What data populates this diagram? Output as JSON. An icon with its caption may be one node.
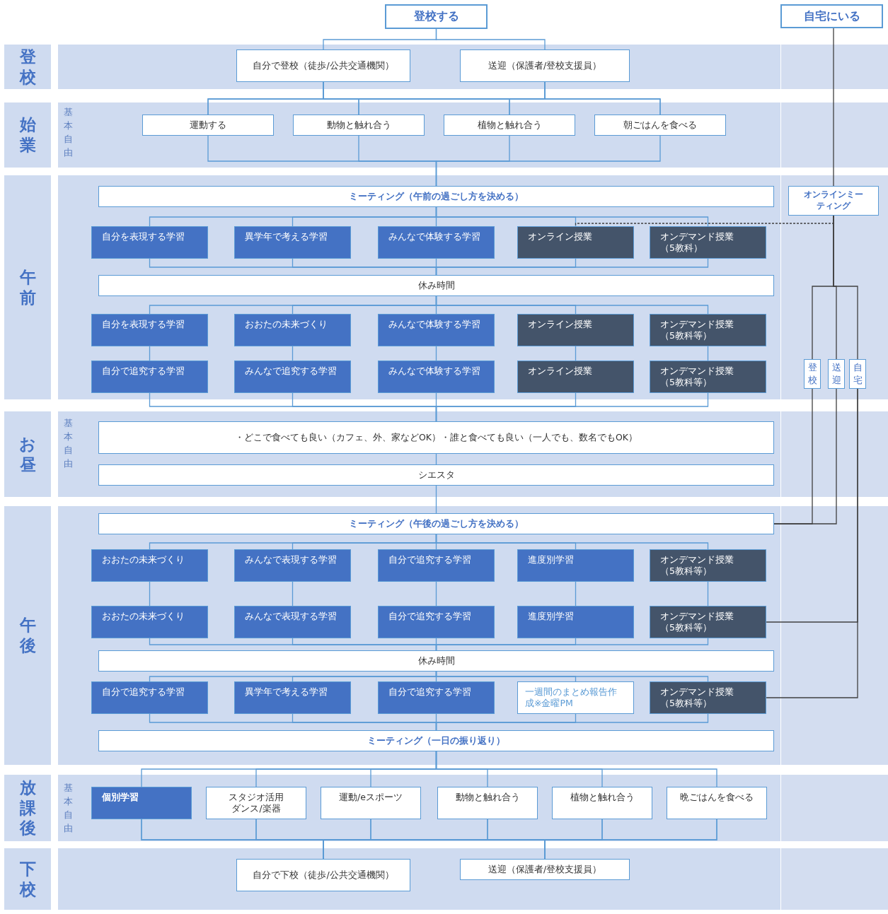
{
  "diagram": {
    "nodes": [
      {
        "text": [
          "登校する"
        ]
      },
      {
        "text": [
          "自宅にいる"
        ]
      },
      {
        "text": [
          "登校"
        ]
      },
      {
        "text": [
          "始業"
        ]
      },
      {
        "text": [
          "午前"
        ]
      },
      {
        "text": [
          "お昼"
        ]
      },
      {
        "text": [
          "午後"
        ]
      },
      {
        "text": [
          "放課後"
        ]
      },
      {
        "text": [
          "下校"
        ]
      },
      {
        "text": [
          "自分で登校（徒歩/公共交通機関）"
        ]
      },
      {
        "text": [
          "送迎（保護者/登校支援員）"
        ]
      },
      {
        "text": [
          "運動する"
        ]
      },
      {
        "text": [
          "動物と触れ合う"
        ]
      },
      {
        "text": [
          "植物と触れ合う"
        ]
      },
      {
        "text": [
          "朝ごはんを食べる"
        ]
      },
      {
        "text": [
          "ミーティング（午前の過ごし方を決める）"
        ]
      },
      {
        "text": [
          "オンラインミーティング"
        ]
      },
      {
        "text": [
          "自分を表現する学習"
        ]
      },
      {
        "text": [
          "異学年で考える学習"
        ]
      },
      {
        "text": [
          "みんなで体験する学習"
        ]
      },
      {
        "text": [
          "オンライン授業"
        ]
      },
      {
        "text": [
          "オンデマンド授業（5教科）"
        ]
      },
      {
        "text": [
          "休み時間"
        ]
      },
      {
        "text": [
          "自分を表現する学習"
        ]
      },
      {
        "text": [
          "おおたの未来づくり"
        ]
      },
      {
        "text": [
          "みんなで体験する学習"
        ]
      },
      {
        "text": [
          "オンライン授業"
        ]
      },
      {
        "text": [
          "オンデマンド授業（5教科等）"
        ]
      },
      {
        "text": [
          "自分で追究する学習"
        ]
      },
      {
        "text": [
          "みんなで追究する学習"
        ]
      },
      {
        "text": [
          "みんなで体験する学習"
        ]
      },
      {
        "text": [
          "オンライン授業"
        ]
      },
      {
        "text": [
          "オンデマンド授業（5教科等）"
        ]
      },
      {
        "text": [
          "登校"
        ]
      },
      {
        "text": [
          "送迎"
        ]
      },
      {
        "text": [
          "自宅"
        ]
      },
      {
        "text": [
          "・どこで食べても良い（カフェ、外、家などOK）・誰と食べても良い（一人でも、数名でもOK）"
        ]
      },
      {
        "text": [
          "シエスタ"
        ]
      },
      {
        "text": [
          "ミーティング（午後の過ごし方を決める）"
        ]
      },
      {
        "text": [
          "おおたの未来づくり"
        ]
      },
      {
        "text": [
          "みんなで表現する学習"
        ]
      },
      {
        "text": [
          "自分で追究する学習"
        ]
      },
      {
        "text": [
          "進度別学習"
        ]
      },
      {
        "text": [
          "オンデマンド授業（5教科等）"
        ]
      },
      {
        "text": [
          "おおたの未来づくり"
        ]
      },
      {
        "text": [
          "みんなで表現する学習"
        ]
      },
      {
        "text": [
          "自分で追究する学習"
        ]
      },
      {
        "text": [
          "進度別学習"
        ]
      },
      {
        "text": [
          "オンデマンド授業（5教科等）"
        ]
      },
      {
        "text": [
          "休み時間"
        ]
      },
      {
        "text": [
          "自分で追究する学習"
        ]
      },
      {
        "text": [
          "異学年で考える学習"
        ]
      },
      {
        "text": [
          "自分で追究する学習"
        ]
      },
      {
        "text": [
          "一週間のまとめ報告作成※金曜PM"
        ]
      },
      {
        "text": [
          "オンデマンド授業（5教科等）"
        ]
      },
      {
        "text": [
          "ミーティング（一日の振り返り）"
        ]
      },
      {
        "text": [
          "個別学習"
        ]
      },
      {
        "text": [
          "スタジオ活用ダンス/楽器"
        ]
      },
      {
        "text": [
          "運動/eスポーツ"
        ]
      },
      {
        "text": [
          "動物と触れ合う"
        ]
      },
      {
        "text": [
          "植物と触れ合う"
        ]
      },
      {
        "text": [
          "晩ごはんを食べる"
        ]
      },
      {
        "text": [
          "自分で下校（徒歩/公共交通機関）"
        ]
      },
      {
        "text": [
          "送迎（保護者/登校支援員）"
        ]
      }
    ],
    "edges": [
      {
        "from": 0,
        "to": 9,
        "arrow": "none"
      },
      {
        "from": 0,
        "to": 10,
        "arrow": "none"
      },
      {
        "from": 9,
        "to": 11,
        "arrow": "none"
      },
      {
        "from": 9,
        "to": 12,
        "arrow": "none"
      },
      {
        "from": 9,
        "to": 13,
        "arrow": "none"
      },
      {
        "from": 9,
        "to": 14,
        "arrow": "none"
      },
      {
        "from": 10,
        "to": 11,
        "arrow": "none"
      },
      {
        "from": 10,
        "to": 12,
        "arrow": "none"
      },
      {
        "from": 10,
        "to": 13,
        "arrow": "none"
      },
      {
        "from": 10,
        "to": 14,
        "arrow": "none"
      },
      {
        "from": 11,
        "to": 15,
        "arrow": "none"
      },
      {
        "from": 12,
        "to": 15,
        "arrow": "none"
      },
      {
        "from": 13,
        "to": 15,
        "arrow": "none"
      },
      {
        "from": 14,
        "to": 15,
        "arrow": "none"
      },
      {
        "from": 15,
        "to": 17,
        "arrow": "none"
      },
      {
        "from": 15,
        "to": 18,
        "arrow": "none"
      },
      {
        "from": 15,
        "to": 19,
        "arrow": "none"
      },
      {
        "from": 15,
        "to": 20,
        "arrow": "none"
      },
      {
        "from": 15,
        "to": 21,
        "arrow": "none"
      },
      {
        "from": 17,
        "to": 22,
        "arrow": "none"
      },
      {
        "from": 18,
        "to": 22,
        "arrow": "none"
      },
      {
        "from": 19,
        "to": 22,
        "arrow": "none"
      },
      {
        "from": 20,
        "to": 22,
        "arrow": "none"
      },
      {
        "from": 21,
        "to": 22,
        "arrow": "none"
      },
      {
        "from": 22,
        "to": 23,
        "arrow": "none"
      },
      {
        "from": 22,
        "to": 24,
        "arrow": "none"
      },
      {
        "from": 22,
        "to": 25,
        "arrow": "none"
      },
      {
        "from": 22,
        "to": 26,
        "arrow": "none"
      },
      {
        "from": 22,
        "to": 27,
        "arrow": "none"
      },
      {
        "from": 23,
        "to": 28,
        "arrow": "none"
      },
      {
        "from": 24,
        "to": 29,
        "arrow": "none"
      },
      {
        "from": 25,
        "to": 30,
        "arrow": "none"
      },
      {
        "from": 26,
        "to": 31,
        "arrow": "none"
      },
      {
        "from": 27,
        "to": 32,
        "arrow": "none"
      },
      {
        "from": 28,
        "to": 36,
        "arrow": "none"
      },
      {
        "from": 29,
        "to": 36,
        "arrow": "none"
      },
      {
        "from": 30,
        "to": 36,
        "arrow": "none"
      },
      {
        "from": 31,
        "to": 36,
        "arrow": "none"
      },
      {
        "from": 32,
        "to": 36,
        "arrow": "none"
      },
      {
        "from": 36,
        "to": 37,
        "arrow": "none"
      },
      {
        "from": 37,
        "to": 38,
        "arrow": "none"
      },
      {
        "from": 38,
        "to": 39,
        "arrow": "none"
      },
      {
        "from": 38,
        "to": 40,
        "arrow": "none"
      },
      {
        "from": 38,
        "to": 41,
        "arrow": "none"
      },
      {
        "from": 38,
        "to": 42,
        "arrow": "none"
      },
      {
        "from": 38,
        "to": 43,
        "arrow": "none"
      },
      {
        "from": 39,
        "to": 44,
        "arrow": "none"
      },
      {
        "from": 40,
        "to": 45,
        "arrow": "none"
      },
      {
        "from": 41,
        "to": 46,
        "arrow": "none"
      },
      {
        "from": 42,
        "to": 47,
        "arrow": "none"
      },
      {
        "from": 43,
        "to": 48,
        "arrow": "none"
      },
      {
        "from": 44,
        "to": 49,
        "arrow": "none"
      },
      {
        "from": 45,
        "to": 49,
        "arrow": "none"
      },
      {
        "from": 46,
        "to": 49,
        "arrow": "none"
      },
      {
        "from": 47,
        "to": 49,
        "arrow": "none"
      },
      {
        "from": 48,
        "to": 49,
        "arrow": "none"
      },
      {
        "from": 49,
        "to": 50,
        "arrow": "none"
      },
      {
        "from": 49,
        "to": 51,
        "arrow": "none"
      },
      {
        "from": 49,
        "to": 52,
        "arrow": "none"
      },
      {
        "from": 49,
        "to": 53,
        "arrow": "none"
      },
      {
        "from": 49,
        "to": 54,
        "arrow": "none"
      },
      {
        "from": 50,
        "to": 55,
        "arrow": "none"
      },
      {
        "from": 51,
        "to": 55,
        "arrow": "none"
      },
      {
        "from": 52,
        "to": 55,
        "arrow": "none"
      },
      {
        "from": 53,
        "to": 55,
        "arrow": "none"
      },
      {
        "from": 54,
        "to": 55,
        "arrow": "none"
      },
      {
        "from": 55,
        "to": 56,
        "arrow": "none"
      },
      {
        "from": 55,
        "to": 57,
        "arrow": "none"
      },
      {
        "from": 55,
        "to": 58,
        "arrow": "none"
      },
      {
        "from": 55,
        "to": 59,
        "arrow": "none"
      },
      {
        "from": 55,
        "to": 60,
        "arrow": "none"
      },
      {
        "from": 55,
        "to": 61,
        "arrow": "none"
      },
      {
        "from": 56,
        "to": 62,
        "arrow": "none"
      },
      {
        "from": 56,
        "to": 63,
        "arrow": "none"
      },
      {
        "from": 57,
        "to": 62,
        "arrow": "none"
      },
      {
        "from": 57,
        "to": 63,
        "arrow": "none"
      },
      {
        "from": 58,
        "to": 62,
        "arrow": "none"
      },
      {
        "from": 58,
        "to": 63,
        "arrow": "none"
      },
      {
        "from": 59,
        "to": 62,
        "arrow": "none"
      },
      {
        "from": 59,
        "to": 63,
        "arrow": "none"
      },
      {
        "from": 60,
        "to": 62,
        "arrow": "none"
      },
      {
        "from": 60,
        "to": 63,
        "arrow": "none"
      },
      {
        "from": 61,
        "to": 62,
        "arrow": "none"
      },
      {
        "from": 61,
        "to": 63,
        "arrow": "none"
      },
      {
        "from": 1,
        "to": 16,
        "arrow": "none",
        "color": "#404040"
      },
      {
        "from": 16,
        "to": 20,
        "arrow": "none",
        "style": "dashed",
        "color": "#404040"
      },
      {
        "from": 16,
        "to": 33,
        "arrow": "none",
        "color": "#404040"
      },
      {
        "from": 16,
        "to": 34,
        "arrow": "none",
        "color": "#404040"
      },
      {
        "from": 16,
        "to": 35,
        "arrow": "none",
        "color": "#404040"
      },
      {
        "from": 33,
        "to": 38,
        "arrow": "none",
        "color": "#404040"
      },
      {
        "from": 34,
        "to": 38,
        "arrow": "none",
        "color": "#404040"
      },
      {
        "from": 35,
        "to": 48,
        "arrow": "none",
        "color": "#404040"
      },
      {
        "from": 35,
        "to": 54,
        "arrow": "none",
        "color": "#404040"
      }
    ],
    "labels": [
      "基本自由",
      "基本自由",
      "基本自由"
    ]
  }
}
